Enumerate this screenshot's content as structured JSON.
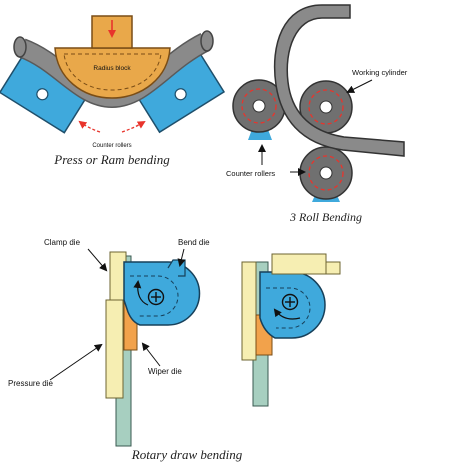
{
  "press": {
    "radius_block": "Radius block",
    "counter_rollers": "Counter rollers",
    "caption": "Press or Ram bending"
  },
  "roll": {
    "working_cylinder": "Working cylinder",
    "counter_rollers": "Counter rollers",
    "caption": "3 Roll Bending"
  },
  "rotary": {
    "clamp_die": "Clamp die",
    "bend_die": "Bend die",
    "pressure_die": "Pressure die",
    "wiper_die": "Wiper die",
    "caption": "Rotary draw bending"
  },
  "colors": {
    "die_blue": "#3fa9dc",
    "radius_block": "#e9a84a",
    "pipe_gray": "#8a8a8a",
    "roller_gray": "#707070",
    "arrow_red": "#e8342c",
    "cream": "#f6eeb2",
    "sage": "#a7cfc0",
    "orange": "#f2a24b"
  }
}
